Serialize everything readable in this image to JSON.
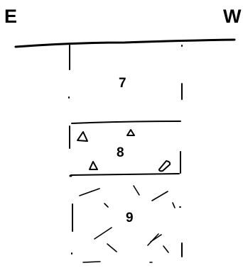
{
  "directions": {
    "left": "E",
    "right": "W"
  },
  "layers": [
    {
      "number": "7",
      "fill": "plain"
    },
    {
      "number": "8",
      "fill": "angular-clasts"
    },
    {
      "number": "9",
      "fill": "dashes"
    }
  ]
}
